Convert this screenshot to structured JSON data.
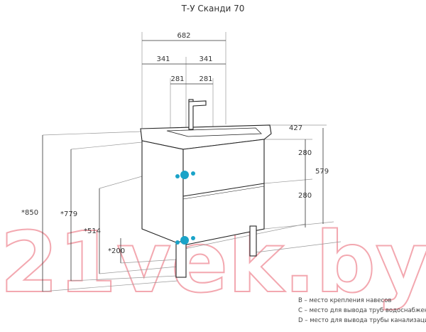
{
  "title": "Т-У Сканди 70",
  "watermark": "21vek.by",
  "dimensions": {
    "width_total": "682",
    "half_left": "341",
    "half_right": "341",
    "hang_left": "281",
    "hang_right": "281",
    "depth": "427",
    "drawer_top": "280",
    "drawer_bottom": "280",
    "cabinet_height": "579",
    "total_height": "*850",
    "height_779": "*779",
    "height_514": "*514",
    "height_200": "*200"
  },
  "legend": [
    "B – место крепления навесов",
    "C – место для вывода труб водоснабжения",
    "D – место для вывода трубы канализации"
  ],
  "colors": {
    "marker": "#1aa3c8",
    "watermark": "#f3a8b0",
    "line": "#222222"
  }
}
